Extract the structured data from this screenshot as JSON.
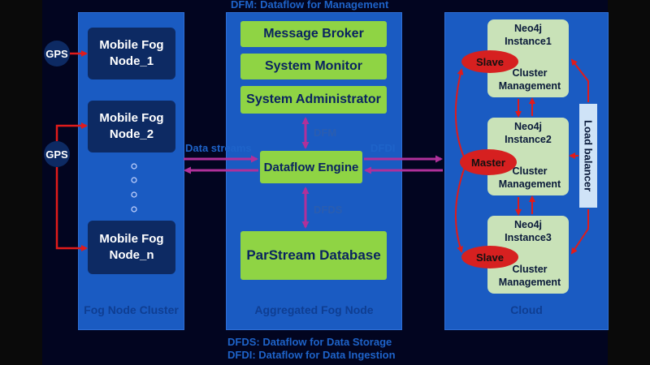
{
  "top_caption": "DFM: Dataflow for Management",
  "bottom_captions": [
    "DFDS: Dataflow for Data Storage",
    "DFDI: Dataflow for Data Ingestion"
  ],
  "fog_cluster": {
    "label": "Fog Node Cluster",
    "gps_label": "GPS",
    "nodes": [
      {
        "line1": "Mobile Fog",
        "line2": "Node_1"
      },
      {
        "line1": "Mobile Fog",
        "line2": "Node_2"
      },
      {
        "line1": "Mobile Fog",
        "line2": "Node_n"
      }
    ]
  },
  "aggregated": {
    "label": "Aggregated Fog Node",
    "message_broker": "Message Broker",
    "system_monitor": "System Monitor",
    "system_administrator": "System Administrator",
    "dataflow_engine": "Dataflow Engine",
    "parstream_db": "ParStream Database",
    "dfm": "DFM",
    "dfds": "DFDS"
  },
  "links": {
    "data_streams": "Data streams",
    "dfdi": "DFDI"
  },
  "cloud": {
    "label": "Cloud",
    "load_balancer": "Load balancer",
    "instances": [
      {
        "line1": "Neo4j",
        "line2": "Instance1",
        "role": "Slave",
        "cm1": "Cluster",
        "cm2": "Management"
      },
      {
        "line1": "Neo4j",
        "line2": "Instance2",
        "role": "Master",
        "cm1": "Cluster",
        "cm2": "Management"
      },
      {
        "line1": "Neo4j",
        "line2": "Instance3",
        "role": "Slave",
        "cm1": "Cluster",
        "cm2": "Management"
      }
    ]
  },
  "colors": {
    "panel": "#1a5bc2",
    "green_box": "#8fd444",
    "neo_box": "#c9e2b8",
    "arrow_red": "#e01b1b",
    "arrow_magenta": "#b0309a",
    "role_red": "#d62020"
  }
}
